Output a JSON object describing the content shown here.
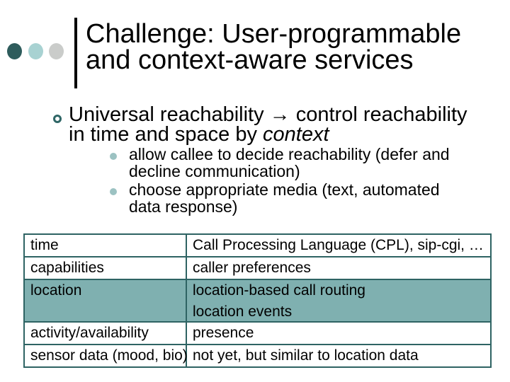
{
  "title": {
    "line1": "Challenge: User-programmable",
    "line2": "and context-aware services"
  },
  "bullets": {
    "main": {
      "line1": "Universal reachability → control reachability",
      "line2_text": "in time and space by ",
      "line2_emphasis": "context"
    },
    "subs": [
      {
        "lines": [
          "allow callee to decide reachability (defer and",
          "decline communication)"
        ]
      },
      {
        "lines": [
          "choose appropriate media (text, automated",
          "data response)"
        ]
      }
    ]
  },
  "table": {
    "rows": [
      {
        "key": "time",
        "value_lines": [
          "Call Processing Language (CPL), sip-cgi, …"
        ],
        "highlighted": false
      },
      {
        "key": "capabilities",
        "value_lines": [
          "caller preferences"
        ],
        "highlighted": false
      },
      {
        "key": "location",
        "value_lines": [
          "location-based call routing",
          "location events"
        ],
        "highlighted": true
      },
      {
        "key": "activity/availability",
        "value_lines": [
          "presence"
        ],
        "highlighted": false
      },
      {
        "key": "sensor data (mood, bio)",
        "value_lines": [
          "not yet, but similar to location data"
        ],
        "highlighted": false
      }
    ]
  },
  "colors": {
    "accent_dark_teal": "#2E6363",
    "table_highlight_row": "#7FB0B0",
    "level1_bullet_ring": "#2F6666",
    "level2_bullet_fill": "#9CC2C2",
    "dot_dark": "#2E5C5C",
    "dot_teal": "#A8D2D2",
    "dot_gray": "#CACCCA",
    "divider_line": "#000000"
  }
}
